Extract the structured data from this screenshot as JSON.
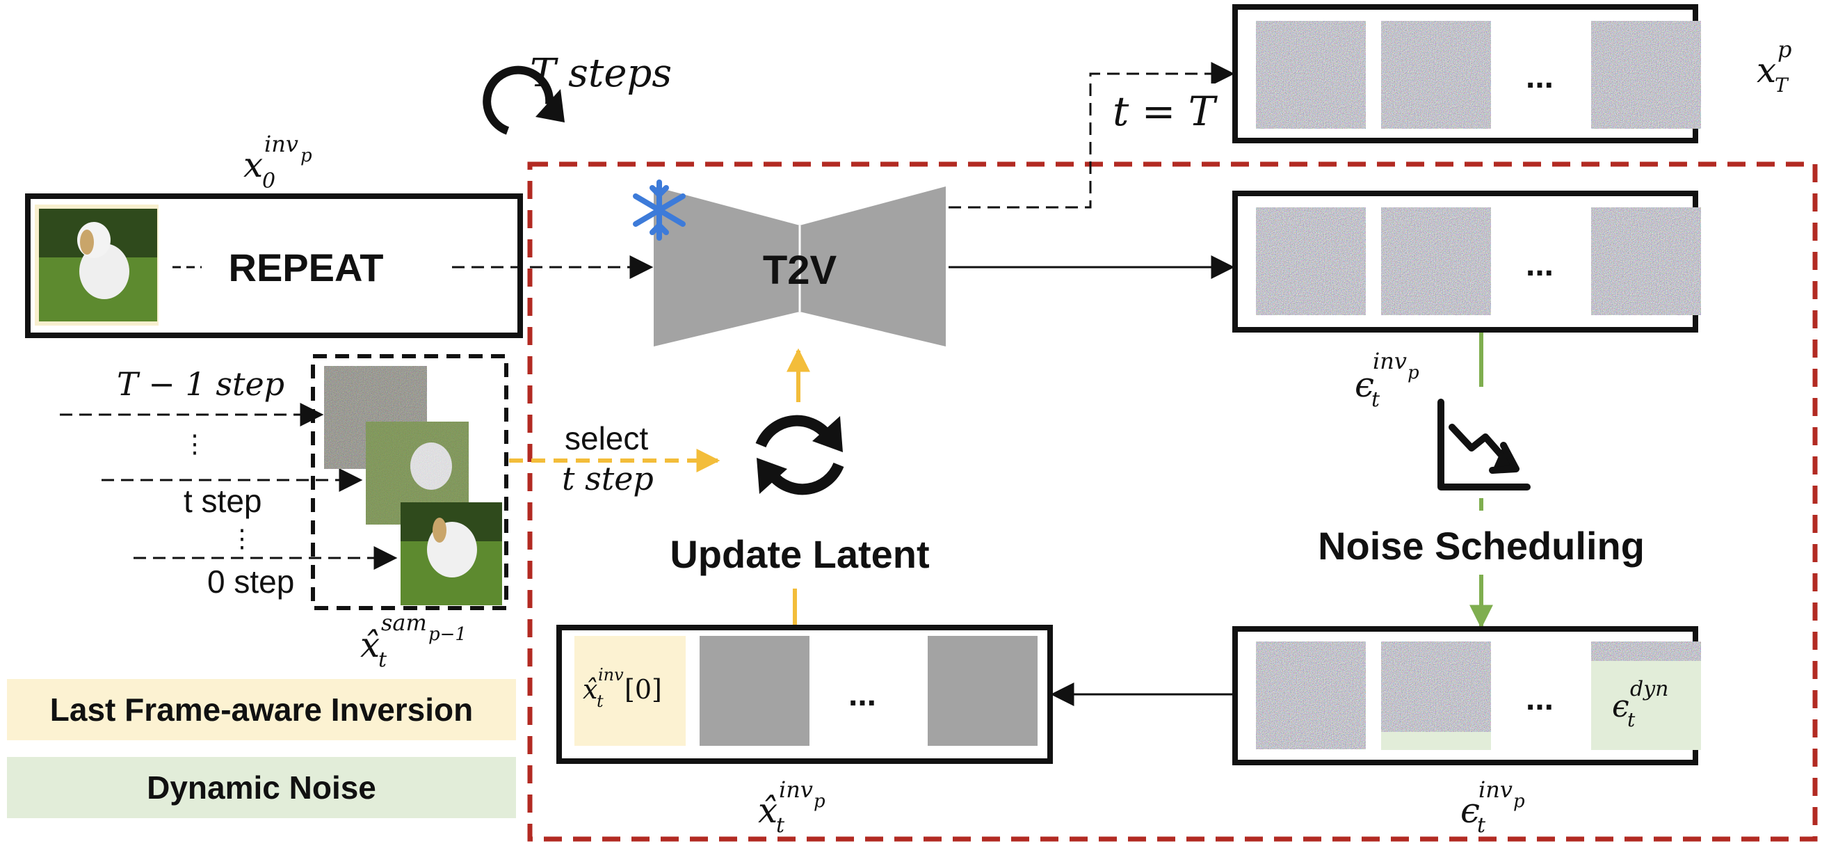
{
  "colors": {
    "dashed_region": "#b22a22",
    "yellow": "#f3bd3a",
    "green": "#7fae4f",
    "legend_yellow_bg": "#fcf2d2",
    "legend_green_bg": "#e2edd9",
    "gray": "#a3a3a3",
    "snowflake": "#3d7bd9"
  },
  "labels": {
    "t_steps": "T steps",
    "repeat": "REPEAT",
    "t2v": "T2V",
    "t_eq_T": "t = T",
    "ellipsis": "...",
    "update_latent": "Update Latent",
    "noise_scheduling": "Noise Scheduling",
    "select_1": "select",
    "select_2": "t step",
    "step_T1": "T − 1 step",
    "step_t": "t step",
    "step_0": "0 step",
    "vdots": "⋮"
  },
  "math": {
    "x0_base": "x",
    "x0_sub": "0",
    "x0_sup": "inv",
    "x0_supsub": "p",
    "xT_base": "x",
    "xT_sub": "T",
    "xT_sup": "p",
    "eps_base": "ϵ",
    "eps_sub": "t",
    "eps_sup": "inv",
    "eps_supsub": "p",
    "xhat_base": "x̂",
    "xhat_sub": "t",
    "xhat_sup": "inv",
    "xhat_supsub": "p",
    "sam_base": "x̂",
    "sam_sub": "t",
    "sam_sup": "sam",
    "sam_supsub": "p−1",
    "dyn_base": "ϵ",
    "dyn_sub": "t",
    "dyn_sup": "dyn",
    "inv0_base": "x̂",
    "inv0_sub": "t",
    "inv0_sup": "inv",
    "inv0_tail": "[0]"
  },
  "legend": [
    {
      "label": "Last Frame-aware Inversion",
      "color": "#fcf2d2"
    },
    {
      "label": "Dynamic Noise",
      "color": "#e2edd9"
    }
  ],
  "icons": [
    "rotate-arrow-icon",
    "snowflake-icon",
    "refresh-icon",
    "decreasing-chart-icon"
  ]
}
